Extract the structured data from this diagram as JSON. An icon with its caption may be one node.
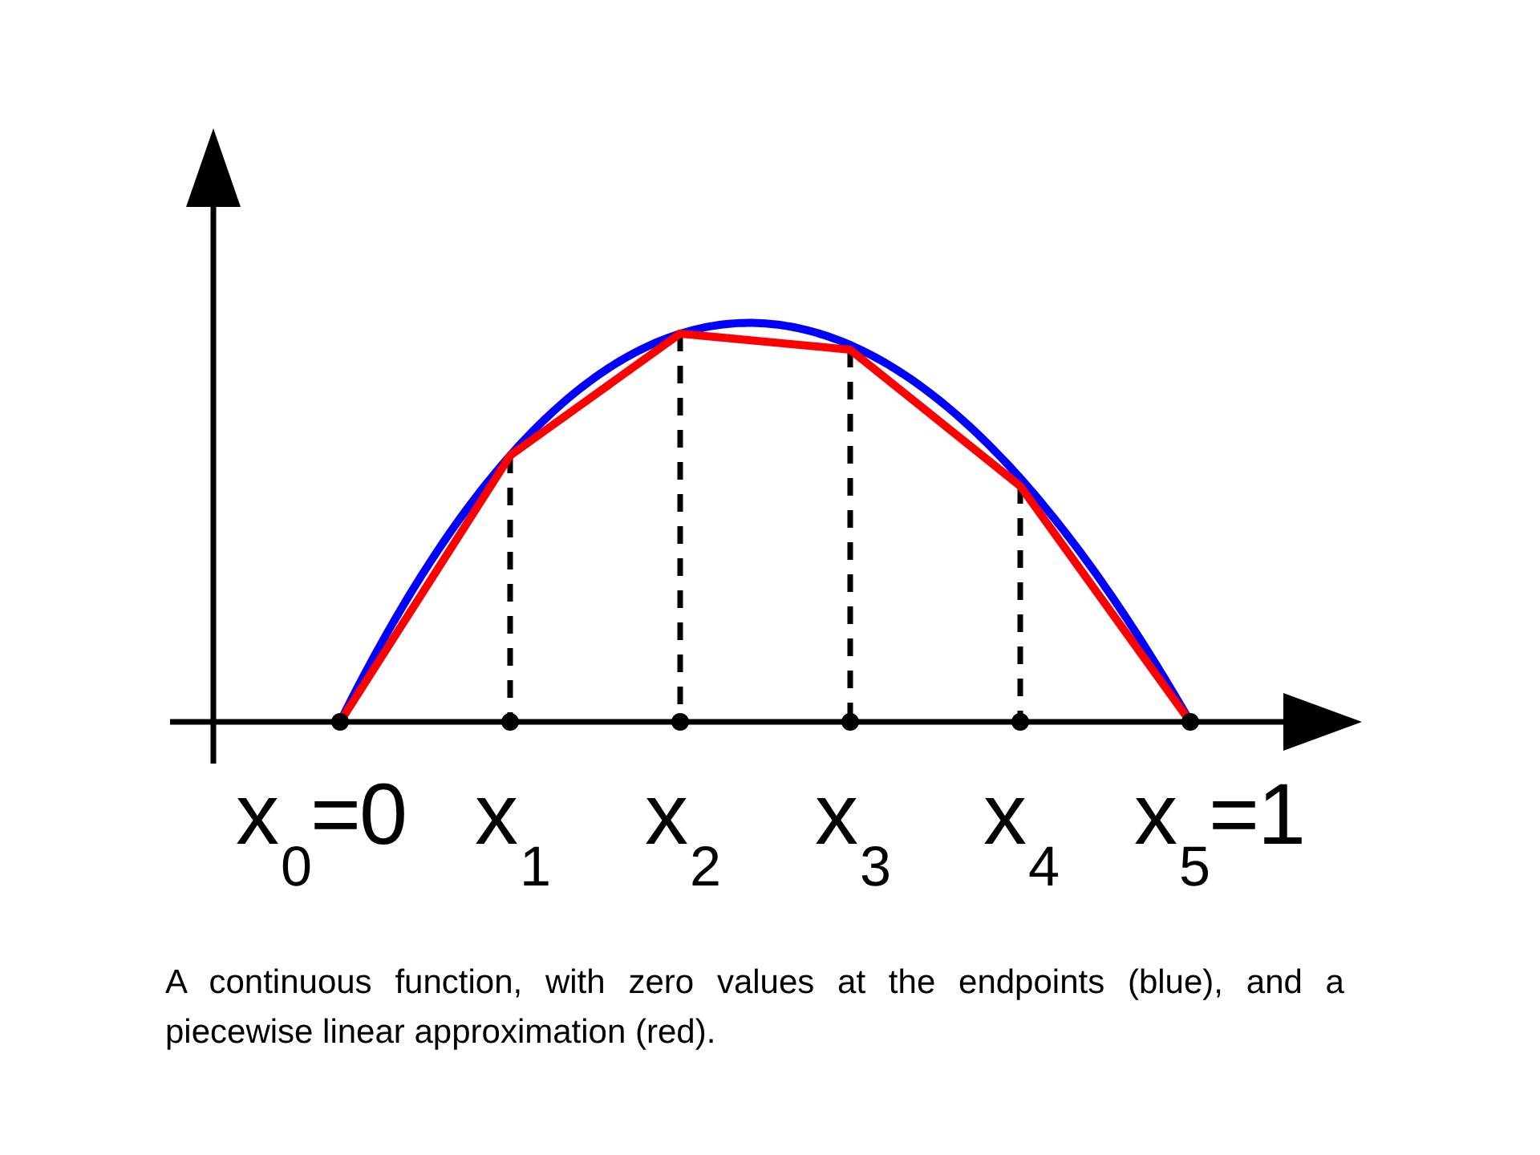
{
  "diagram": {
    "caption": "A continuous function, with zero values at the endpoints (blue), and a piecewise linear approximation (red).",
    "labels": [
      "x$_{0}$=0",
      "x$_{1}$",
      "x$_{2}$",
      "x$_{3}$",
      "x$_{4}$",
      "x$_{5}$=1"
    ]
  }
}
